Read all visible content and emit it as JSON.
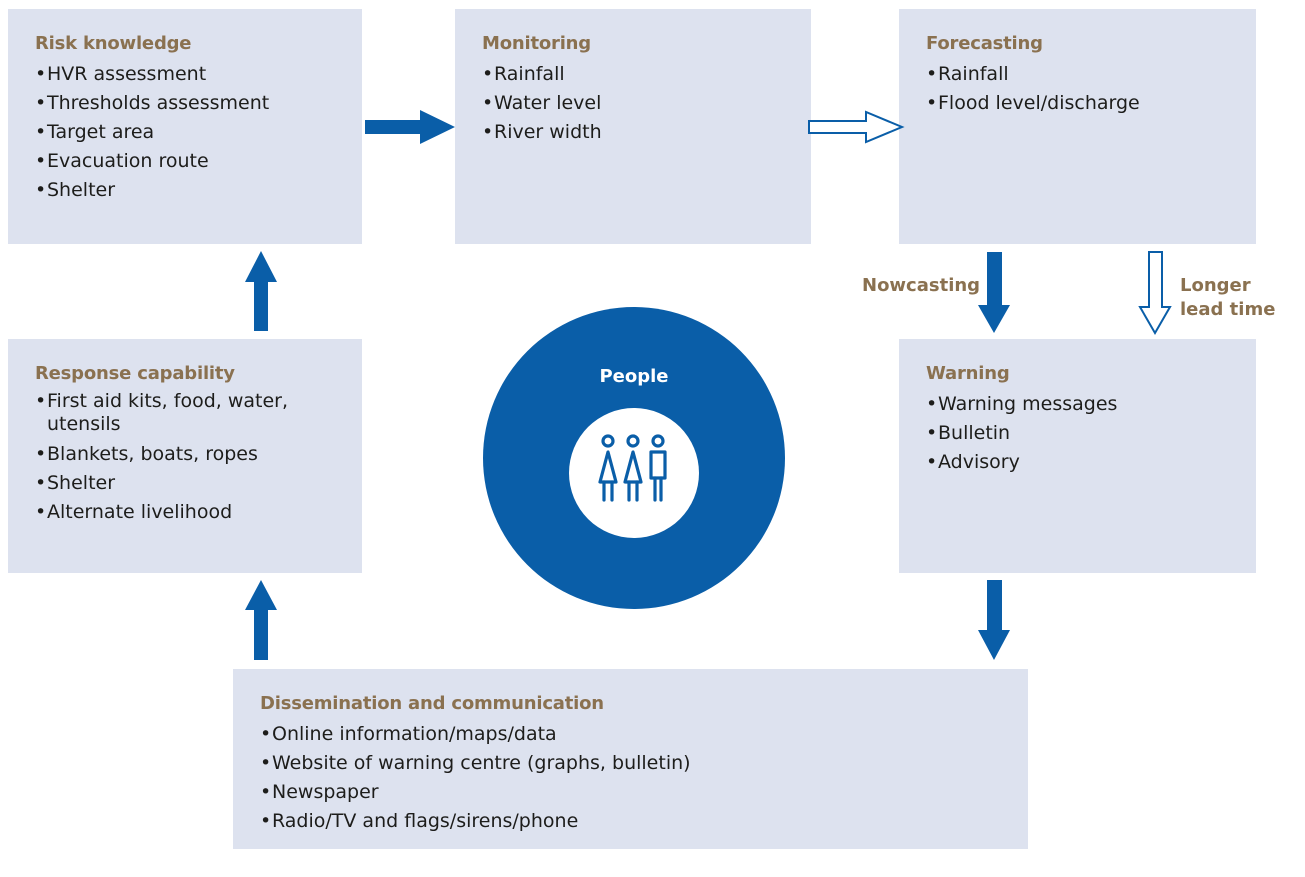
{
  "boxes": {
    "risk_knowledge": {
      "title": "Risk knowledge",
      "items": [
        "HVR assessment",
        "Thresholds assessment",
        "Target area",
        "Evacuation route",
        "Shelter"
      ]
    },
    "monitoring": {
      "title": "Monitoring",
      "items": [
        "Rainfall",
        "Water level",
        "River width"
      ]
    },
    "forecasting": {
      "title": "Forecasting",
      "items": [
        "Rainfall",
        "Flood level/discharge"
      ]
    },
    "warning": {
      "title": "Warning",
      "items": [
        "Warning messages",
        "Bulletin",
        "Advisory"
      ]
    },
    "response_capability": {
      "title": "Response capability",
      "items": [
        "First aid kits, food, water, utensils",
        "Blankets, boats, ropes",
        "Shelter",
        "Alternate livelihood"
      ]
    },
    "dissemination": {
      "title": "Dissemination and communication",
      "items": [
        "Online information/maps/data",
        "Website of warning centre (graphs, bulletin)",
        "Newspaper",
        "Radio/TV and flags/sirens/phone"
      ]
    }
  },
  "labels": {
    "nowcasting": "Nowcasting",
    "longer_lead_time": "Longer lead time"
  },
  "center": {
    "label": "People",
    "icon": "people-icon"
  },
  "colors": {
    "box_fill": "#dde2ef",
    "title_text": "#8a7150",
    "accent_blue": "#0a5ea8"
  }
}
